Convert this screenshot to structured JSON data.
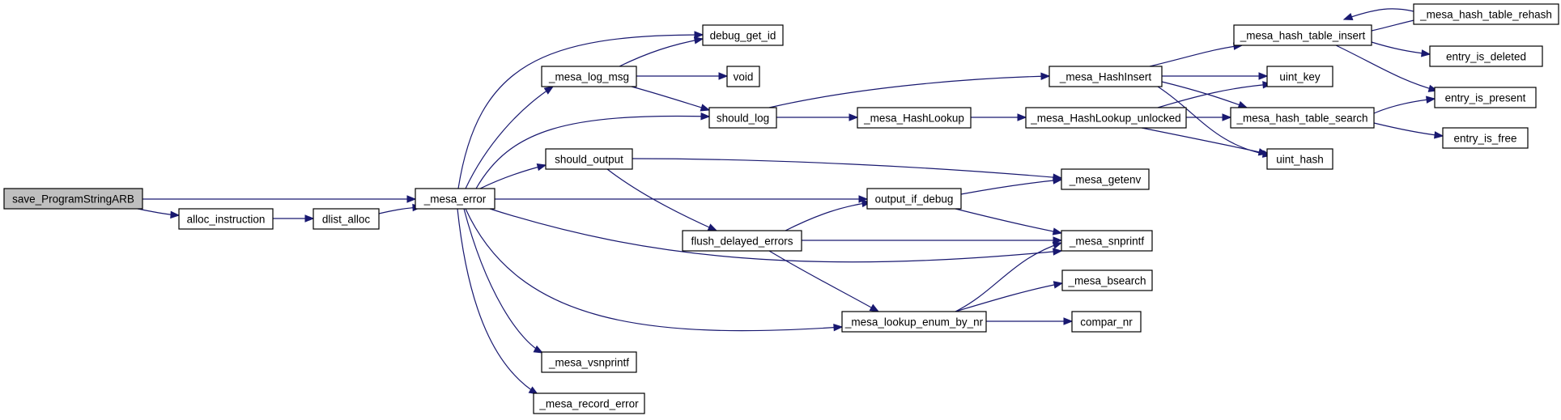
{
  "graph": {
    "root": "save_ProgramStringARB",
    "colors": {
      "node_fill": "#ffffff",
      "root_fill": "#bfbfbf",
      "node_stroke": "#000000",
      "edge": "#191970"
    },
    "nodes": [
      {
        "id": "save_ProgramStringARB",
        "label": "save_ProgramStringARB",
        "root": true
      },
      {
        "id": "alloc_instruction",
        "label": "alloc_instruction"
      },
      {
        "id": "dlist_alloc",
        "label": "dlist_alloc"
      },
      {
        "id": "_mesa_error",
        "label": "_mesa_error"
      },
      {
        "id": "_mesa_log_msg",
        "label": "_mesa_log_msg"
      },
      {
        "id": "should_output",
        "label": "should_output"
      },
      {
        "id": "_mesa_vsnprintf",
        "label": "_mesa_vsnprintf"
      },
      {
        "id": "_mesa_record_error",
        "label": "_mesa_record_error"
      },
      {
        "id": "debug_get_id",
        "label": "debug_get_id"
      },
      {
        "id": "void",
        "label": "void"
      },
      {
        "id": "should_log",
        "label": "should_log"
      },
      {
        "id": "flush_delayed_errors",
        "label": "flush_delayed_errors"
      },
      {
        "id": "output_if_debug",
        "label": "output_if_debug"
      },
      {
        "id": "_mesa_HashLookup",
        "label": "_mesa_HashLookup"
      },
      {
        "id": "_mesa_lookup_enum_by_nr",
        "label": "_mesa_lookup_enum_by_nr"
      },
      {
        "id": "_mesa_HashInsert",
        "label": "_mesa_HashInsert"
      },
      {
        "id": "_mesa_HashLookup_unlocked",
        "label": "_mesa_HashLookup_unlocked"
      },
      {
        "id": "_mesa_getenv",
        "label": "_mesa_getenv"
      },
      {
        "id": "_mesa_snprintf",
        "label": "_mesa_snprintf"
      },
      {
        "id": "_mesa_bsearch",
        "label": "_mesa_bsearch"
      },
      {
        "id": "compar_nr",
        "label": "compar_nr"
      },
      {
        "id": "_mesa_hash_table_insert",
        "label": "_mesa_hash_table_insert"
      },
      {
        "id": "_mesa_hash_table_search",
        "label": "_mesa_hash_table_search"
      },
      {
        "id": "uint_key",
        "label": "uint_key"
      },
      {
        "id": "uint_hash",
        "label": "uint_hash"
      },
      {
        "id": "_mesa_hash_table_rehash",
        "label": "_mesa_hash_table_rehash"
      },
      {
        "id": "entry_is_deleted",
        "label": "entry_is_deleted"
      },
      {
        "id": "entry_is_present",
        "label": "entry_is_present"
      },
      {
        "id": "entry_is_free",
        "label": "entry_is_free"
      }
    ],
    "edges": [
      {
        "from": "save_ProgramStringARB",
        "to": "alloc_instruction"
      },
      {
        "from": "save_ProgramStringARB",
        "to": "_mesa_error"
      },
      {
        "from": "alloc_instruction",
        "to": "dlist_alloc"
      },
      {
        "from": "dlist_alloc",
        "to": "_mesa_error"
      },
      {
        "from": "_mesa_error",
        "to": "debug_get_id"
      },
      {
        "from": "_mesa_error",
        "to": "_mesa_log_msg"
      },
      {
        "from": "_mesa_error",
        "to": "should_log"
      },
      {
        "from": "_mesa_error",
        "to": "should_output"
      },
      {
        "from": "_mesa_error",
        "to": "output_if_debug"
      },
      {
        "from": "_mesa_error",
        "to": "_mesa_snprintf"
      },
      {
        "from": "_mesa_error",
        "to": "_mesa_lookup_enum_by_nr"
      },
      {
        "from": "_mesa_error",
        "to": "_mesa_vsnprintf"
      },
      {
        "from": "_mesa_error",
        "to": "_mesa_record_error"
      },
      {
        "from": "_mesa_log_msg",
        "to": "debug_get_id"
      },
      {
        "from": "_mesa_log_msg",
        "to": "void"
      },
      {
        "from": "_mesa_log_msg",
        "to": "should_log"
      },
      {
        "from": "should_log",
        "to": "_mesa_HashInsert"
      },
      {
        "from": "should_log",
        "to": "_mesa_HashLookup"
      },
      {
        "from": "_mesa_HashLookup",
        "to": "_mesa_HashLookup_unlocked"
      },
      {
        "from": "_mesa_HashInsert",
        "to": "_mesa_hash_table_insert"
      },
      {
        "from": "_mesa_HashInsert",
        "to": "uint_key"
      },
      {
        "from": "_mesa_HashInsert",
        "to": "_mesa_hash_table_search"
      },
      {
        "from": "_mesa_HashInsert",
        "to": "uint_hash"
      },
      {
        "from": "_mesa_HashLookup_unlocked",
        "to": "uint_key"
      },
      {
        "from": "_mesa_HashLookup_unlocked",
        "to": "_mesa_hash_table_search"
      },
      {
        "from": "_mesa_HashLookup_unlocked",
        "to": "uint_hash"
      },
      {
        "from": "_mesa_hash_table_insert",
        "to": "_mesa_hash_table_rehash"
      },
      {
        "from": "_mesa_hash_table_rehash",
        "to": "_mesa_hash_table_insert"
      },
      {
        "from": "_mesa_hash_table_insert",
        "to": "entry_is_deleted"
      },
      {
        "from": "_mesa_hash_table_insert",
        "to": "entry_is_present"
      },
      {
        "from": "_mesa_hash_table_search",
        "to": "entry_is_present"
      },
      {
        "from": "_mesa_hash_table_search",
        "to": "entry_is_free"
      },
      {
        "from": "should_output",
        "to": "_mesa_getenv"
      },
      {
        "from": "should_output",
        "to": "flush_delayed_errors"
      },
      {
        "from": "flush_delayed_errors",
        "to": "output_if_debug"
      },
      {
        "from": "flush_delayed_errors",
        "to": "_mesa_snprintf"
      },
      {
        "from": "flush_delayed_errors",
        "to": "_mesa_lookup_enum_by_nr"
      },
      {
        "from": "output_if_debug",
        "to": "_mesa_getenv"
      },
      {
        "from": "output_if_debug",
        "to": "_mesa_snprintf"
      },
      {
        "from": "_mesa_lookup_enum_by_nr",
        "to": "_mesa_snprintf"
      },
      {
        "from": "_mesa_lookup_enum_by_nr",
        "to": "_mesa_bsearch"
      },
      {
        "from": "_mesa_lookup_enum_by_nr",
        "to": "compar_nr"
      }
    ]
  }
}
